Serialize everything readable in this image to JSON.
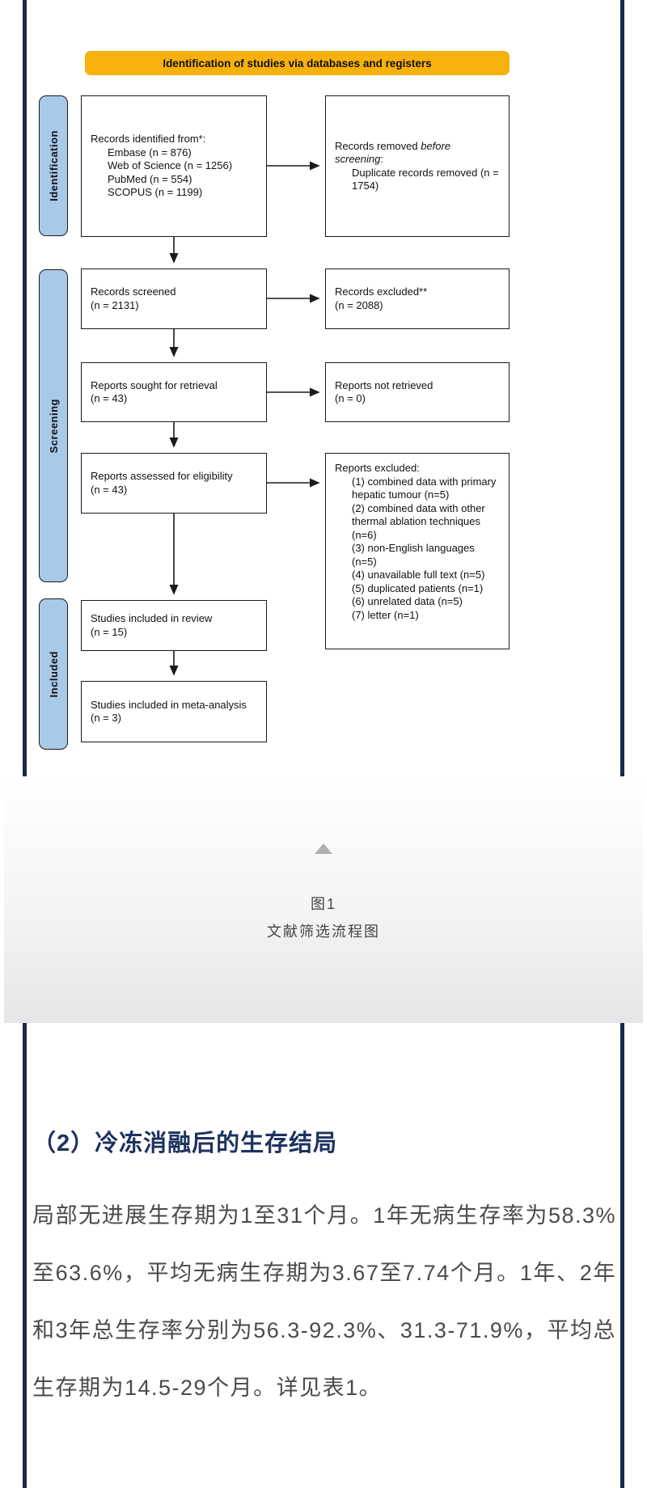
{
  "colors": {
    "frame_border": "#16294E",
    "banner_bg": "#F7B10D",
    "stage_tab_bg": "#A9C9E9",
    "box_border": "#1A1A1A",
    "heading_text": "#1D3360",
    "body_text": "#4A4A4A",
    "caption_text": "#454545",
    "triangle": "#AFAFAF"
  },
  "flow": {
    "banner": "Identification of studies via databases and registers",
    "side_labels": [
      "Identification",
      "Screening",
      "Included"
    ],
    "identified": {
      "title": "Records identified from*:",
      "items": [
        "Embase (n = 876)",
        "Web of Science (n = 1256)",
        "PubMed (n = 554)",
        "SCOPUS (n = 1199)"
      ]
    },
    "removed": {
      "prefix": "Records removed ",
      "italic": "before screening",
      "suffix": ":",
      "item": "Duplicate records removed (n = 1754)"
    },
    "screened": {
      "line1": "Records screened",
      "line2": "(n = 2131)"
    },
    "excluded": {
      "line1": "Records excluded**",
      "line2": "(n = 2088)"
    },
    "sought": {
      "line1": "Reports sought for retrieval",
      "line2": "(n = 43)"
    },
    "not_retrieved": {
      "line1": "Reports not retrieved",
      "line2": "(n = 0)"
    },
    "assessed": {
      "line1": "Reports assessed for eligibility",
      "line2": "(n = 43)"
    },
    "reports_excluded": {
      "title": "Reports excluded:",
      "items": [
        "(1) combined data with primary hepatic tumour (n=5)",
        "(2) combined data with other thermal ablation techniques (n=6)",
        "(3) non-English languages (n=5)",
        "(4) unavailable full text (n=5)",
        "(5) duplicated patients (n=1)",
        "(6) unrelated data (n=5)",
        "(7) letter (n=1)"
      ]
    },
    "included_review": {
      "line1": "Studies included in review",
      "line2": "(n = 15)"
    },
    "included_meta": {
      "line1": "Studies included in meta-analysis",
      "line2": "(n = 3)"
    }
  },
  "figure_caption": {
    "number": "图1",
    "title": "文献筛选流程图"
  },
  "article": {
    "heading": "（2）冷冻消融后的生存结局",
    "paragraph": "局部无进展生存期为1至31个月。1年无病生存率为58.3%至63.6%，平均无病生存期为3.67至7.74个月。1年、2年和3年总生存率分别为56.3-92.3%、31.3-71.9%，平均总生存期为14.5-29个月。详见表1。"
  }
}
